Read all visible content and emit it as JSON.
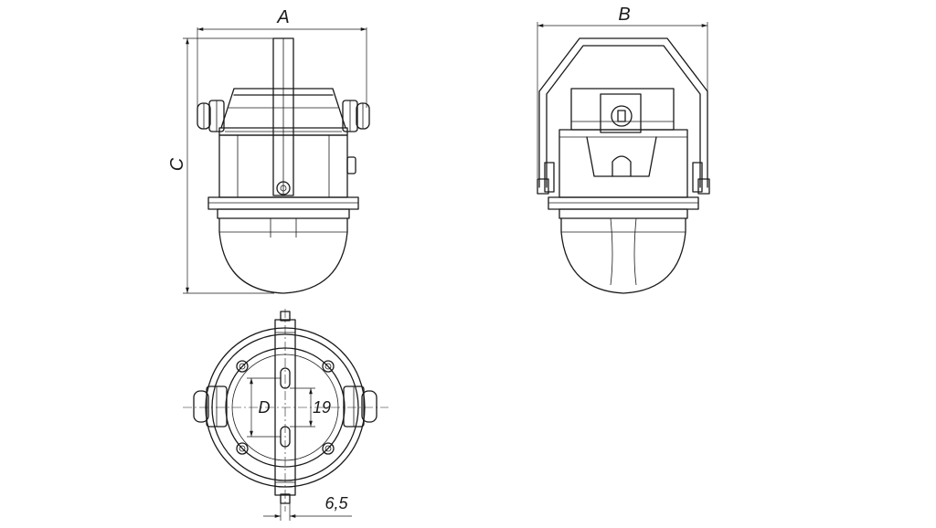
{
  "dimension_labels": {
    "a": "A",
    "b": "B",
    "c": "C",
    "d": "D",
    "slot_length": "19",
    "slot_width": "6,5"
  }
}
